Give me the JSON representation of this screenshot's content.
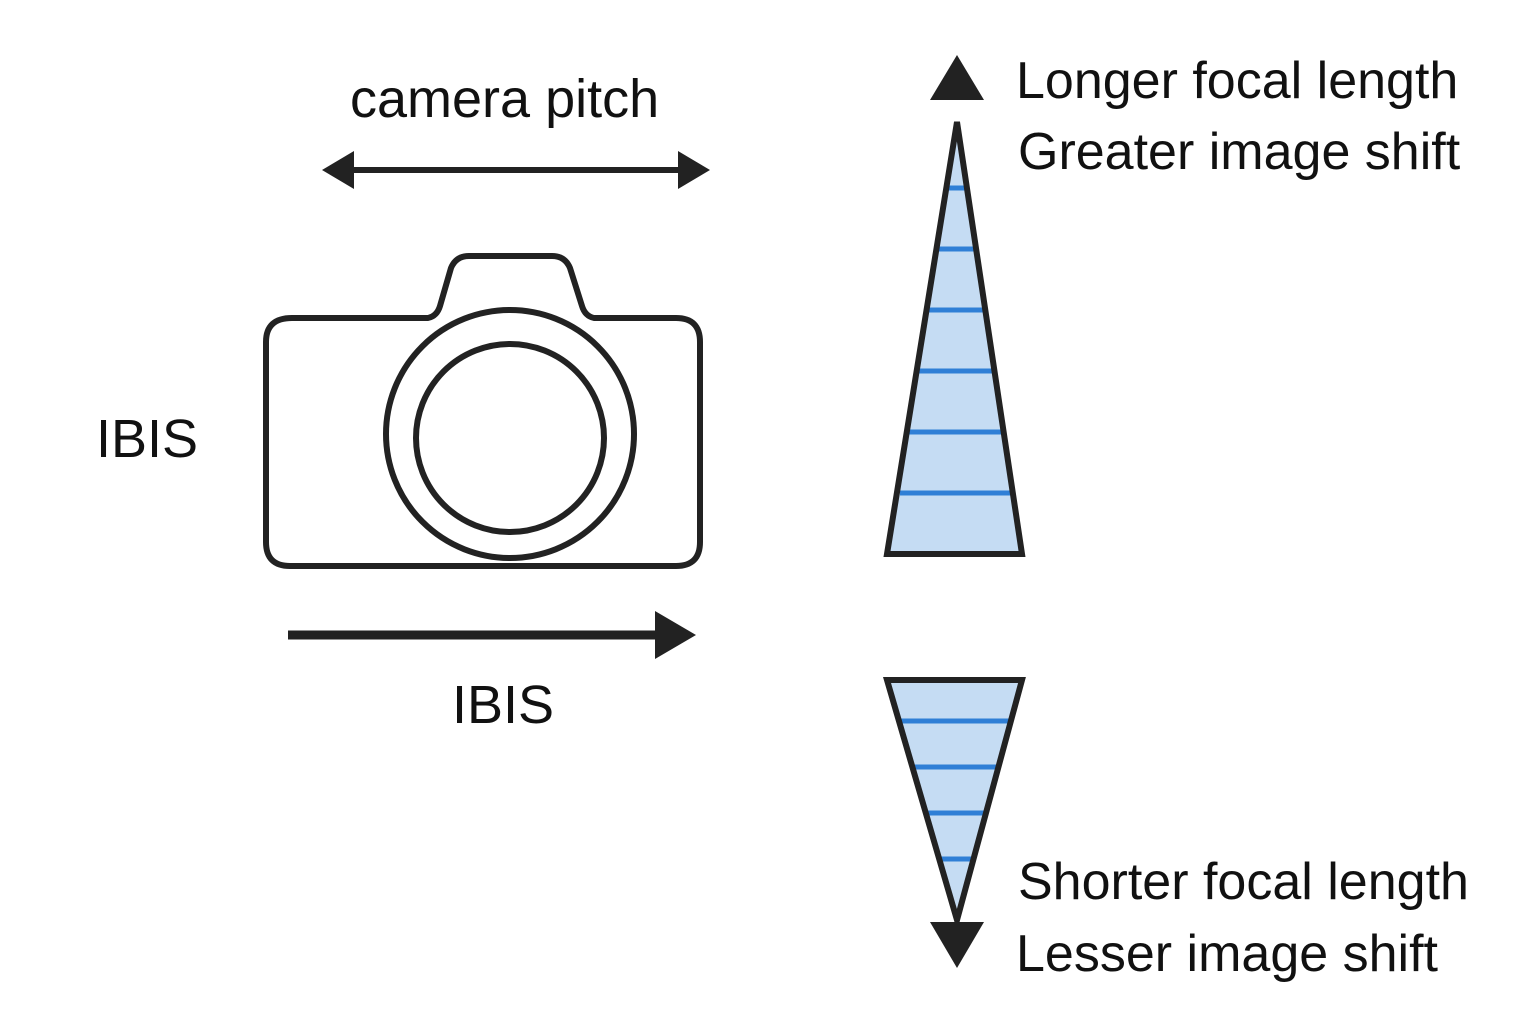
{
  "labels": {
    "camera_pitch": "camera pitch",
    "ibis_left": "IBIS",
    "ibis_bottom": "IBIS",
    "longer_focal_length": "Longer focal length",
    "greater_image_shift": "Greater image shift",
    "shorter_focal_length": "Shorter focal length",
    "lesser_image_shift": "Lesser image shift"
  },
  "icons": {
    "camera": "camera-icon",
    "pitch_arrow": "double-headed-arrow",
    "ibis_arrow": "right-arrow",
    "up_arrow": "up-arrow",
    "down_arrow": "down-arrow"
  },
  "colors": {
    "outline": "#222222",
    "wedge_fill": "#c5dcf3",
    "wedge_lines": "#2f7fd6"
  }
}
